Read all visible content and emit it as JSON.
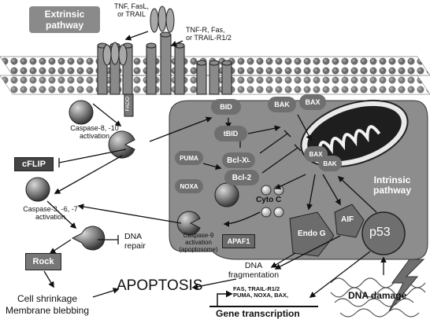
{
  "labels": {
    "extrinsic": "Extrinsic\npathway",
    "intrinsic": "Intrinsic\npathway",
    "ligands": "TNF, FasL,\nor TRAIL",
    "receptors": "TNF-R, Fas,\nor TRAIL-R1/2",
    "fadd": "FADD",
    "caspase8": "Caspase-8, -10\nactivation",
    "cflip": "cFLIP",
    "caspase3": "Caspase-3, -6, -7\nactivation",
    "dna_repair": "DNA\nrepair",
    "rock": "Rock",
    "cell_changes": "Cell shrinkage\nMembrane blebbing",
    "apoptosis": "APOPTOSIS",
    "bid": "BID",
    "tbid": "tBID",
    "bak_top": "BAK",
    "bax_top": "BAX",
    "puma": "PUMA",
    "noxa": "NOXA",
    "bclxl": "Bcl-X",
    "bclxl_sub": "L",
    "bcl2": "Bcl-2",
    "bax_mito": "BAX",
    "bak_mito": "BAK",
    "cytoc": "Cyto C",
    "caspase9": "Caspase-9\nactivation\n(apoptosome)",
    "apaf1": "APAF1",
    "endog": "Endo G",
    "aif": "AIF",
    "p53": "p53",
    "dna_frag": "DNA\nfragmentation",
    "gene_targets": "FAS, TRAIL-R1/2\nPUMA, NOXA, BAX,",
    "gene_transcription": "Gene transcription",
    "dna_damage": "DNA damage"
  },
  "colors": {
    "cell_bg": "#8c8c8c",
    "membrane": "#7a7a7a",
    "node_gray": "#6e6e6e",
    "white_box": "#ffffff"
  }
}
